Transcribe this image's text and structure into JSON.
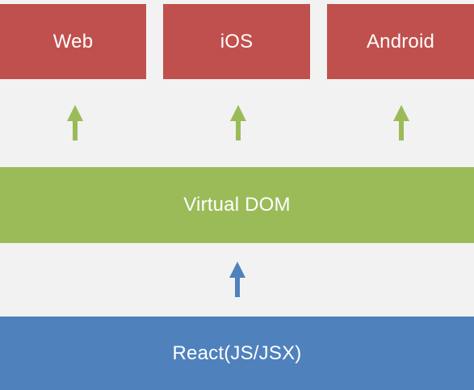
{
  "colors": {
    "background": "#f2f2f2",
    "platform": "#c0504d",
    "platform_arrow": "#9bbb59",
    "virtual_dom": "#9bbb59",
    "react": "#4f81bd",
    "react_arrow": "#4f81bd"
  },
  "platforms": [
    {
      "label": "Web"
    },
    {
      "label": "iOS"
    },
    {
      "label": "Android"
    }
  ],
  "virtual_dom": {
    "label": "Virtual DOM"
  },
  "react": {
    "label": "React(JS/JSX)"
  },
  "arrows": {
    "platform_arrow_icon": "arrow-up-icon",
    "react_arrow_icon": "arrow-up-icon"
  }
}
